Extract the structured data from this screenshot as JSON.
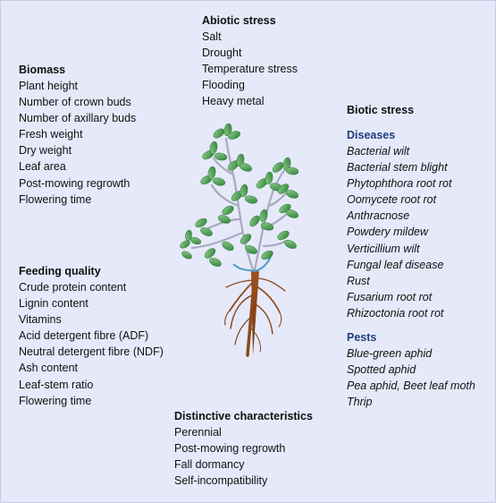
{
  "abiotic": {
    "title": "Abiotic stress",
    "items": [
      "Salt",
      "Drought",
      "Temperature stress",
      "Flooding",
      "Heavy metal"
    ]
  },
  "biomass": {
    "title": "Biomass",
    "items": [
      "Plant height",
      "Number of  crown buds",
      "Number of  axillary buds",
      "Fresh weight",
      "Dry weight",
      "Leaf area",
      "Post-mowing regrowth",
      "Flowering time"
    ]
  },
  "biotic": {
    "title": "Biotic stress",
    "diseases_title": "Diseases",
    "diseases": [
      "Bacterial wilt",
      "Bacterial stem blight",
      "Phytophthora root rot",
      "Oomycete root rot",
      "Anthracnose",
      "Powdery mildew",
      "Verticillium wilt",
      "Fungal leaf disease",
      "Rust",
      "Fusarium root rot",
      "Rhizoctonia root rot"
    ],
    "pests_title": "Pests",
    "pests": [
      "Blue-green aphid",
      "Spotted aphid",
      "Pea aphid, Beet leaf moth",
      "Thrip"
    ]
  },
  "feeding": {
    "title": "Feeding quality",
    "items": [
      "Crude protein content",
      "Lignin content",
      "Vitamins",
      "Acid detergent fibre (ADF)",
      "Neutral detergent fibre (NDF)",
      "Ash content",
      "Leaf-stem ratio",
      "Flowering time"
    ]
  },
  "distinctive": {
    "title": "Distinctive characteristics",
    "items": [
      "Perennial",
      "Post-mowing regrowth",
      "Fall dormancy",
      "Self-incompatibility"
    ]
  },
  "colors": {
    "background": "#e6e9fa",
    "subheading": "#1f3f7a",
    "leaf": "#3f9a4a",
    "stem": "#a9a9bd",
    "root": "#8a4a1c"
  }
}
